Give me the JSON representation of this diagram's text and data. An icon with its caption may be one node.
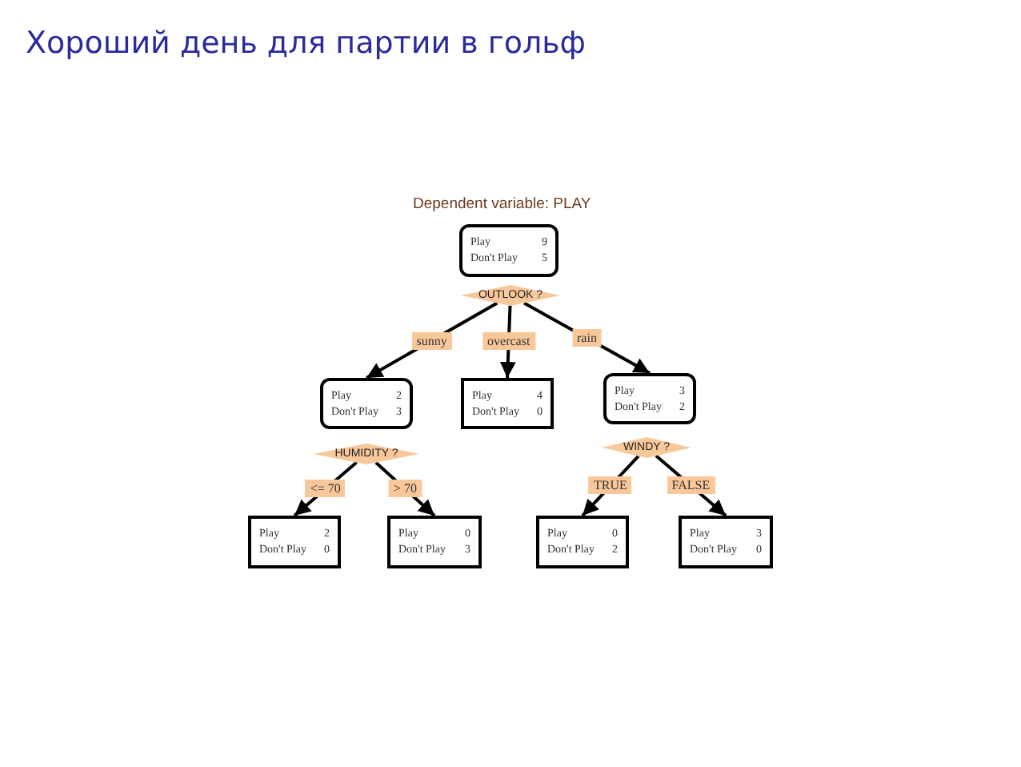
{
  "diagram": {
    "title": "Хороший день для партии в гольф",
    "nodes": [
      {
        "text": [
          "Play",
          "9",
          "Don't Play",
          "5"
        ]
      },
      {
        "text": [
          "OUTLOOK ?"
        ]
      },
      {
        "text": [
          "Play",
          "2",
          "Don't Play",
          "3"
        ]
      },
      {
        "text": [
          "Play",
          "4",
          "Don't Play",
          "0"
        ]
      },
      {
        "text": [
          "Play",
          "3",
          "Don't Play",
          "2"
        ]
      },
      {
        "text": [
          "HUMIDITY ?"
        ]
      },
      {
        "text": [
          "WINDY ?"
        ]
      },
      {
        "text": [
          "Play",
          "2",
          "Don't Play",
          "0"
        ]
      },
      {
        "text": [
          "Play",
          "0",
          "Don't Play",
          "3"
        ]
      },
      {
        "text": [
          "Play",
          "0",
          "Don't Play",
          "2"
        ]
      },
      {
        "text": [
          "Play",
          "3",
          "Don't Play",
          "0"
        ]
      }
    ],
    "edges": [
      {
        "from": 1,
        "to": 2,
        "arrow": "to",
        "label": "sunny"
      },
      {
        "from": 1,
        "to": 3,
        "arrow": "to",
        "label": "overcast"
      },
      {
        "from": 1,
        "to": 4,
        "arrow": "to",
        "label": "rain"
      },
      {
        "from": 5,
        "to": 7,
        "arrow": "to",
        "label": "<= 70"
      },
      {
        "from": 5,
        "to": 8,
        "arrow": "to",
        "label": "> 70"
      },
      {
        "from": 6,
        "to": 9,
        "arrow": "to",
        "label": "TRUE"
      },
      {
        "from": 6,
        "to": 10,
        "arrow": "to",
        "label": "FALSE"
      }
    ],
    "labels": [
      "Dependent variable: PLAY"
    ]
  }
}
